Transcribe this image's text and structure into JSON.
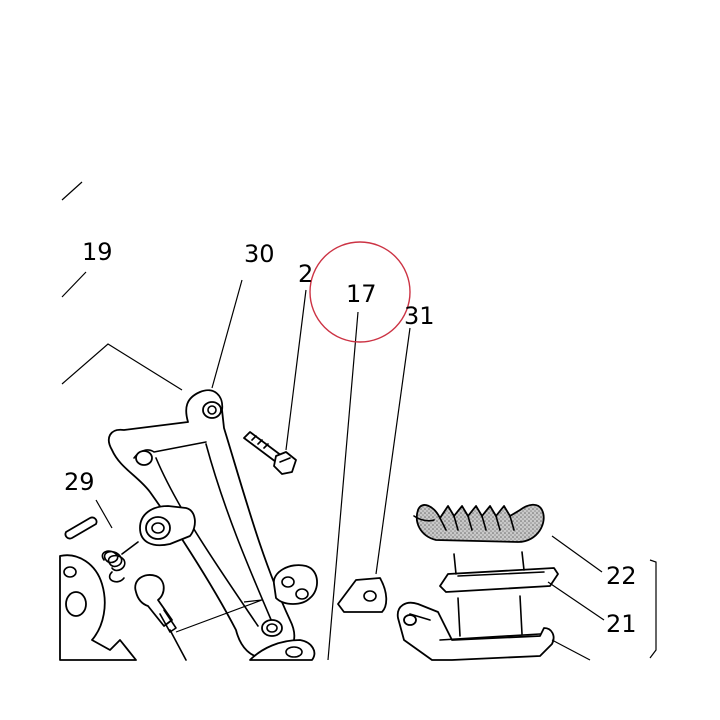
{
  "diagram": {
    "callouts": {
      "c19": "19",
      "c30": "30",
      "c2": "2",
      "c17": "17",
      "c31": "31",
      "c29": "29",
      "c22": "22",
      "c21": "21"
    },
    "highlight_color": "#cc3344",
    "line_color": "#000000",
    "rubber_fill": "#bdbdbd"
  }
}
